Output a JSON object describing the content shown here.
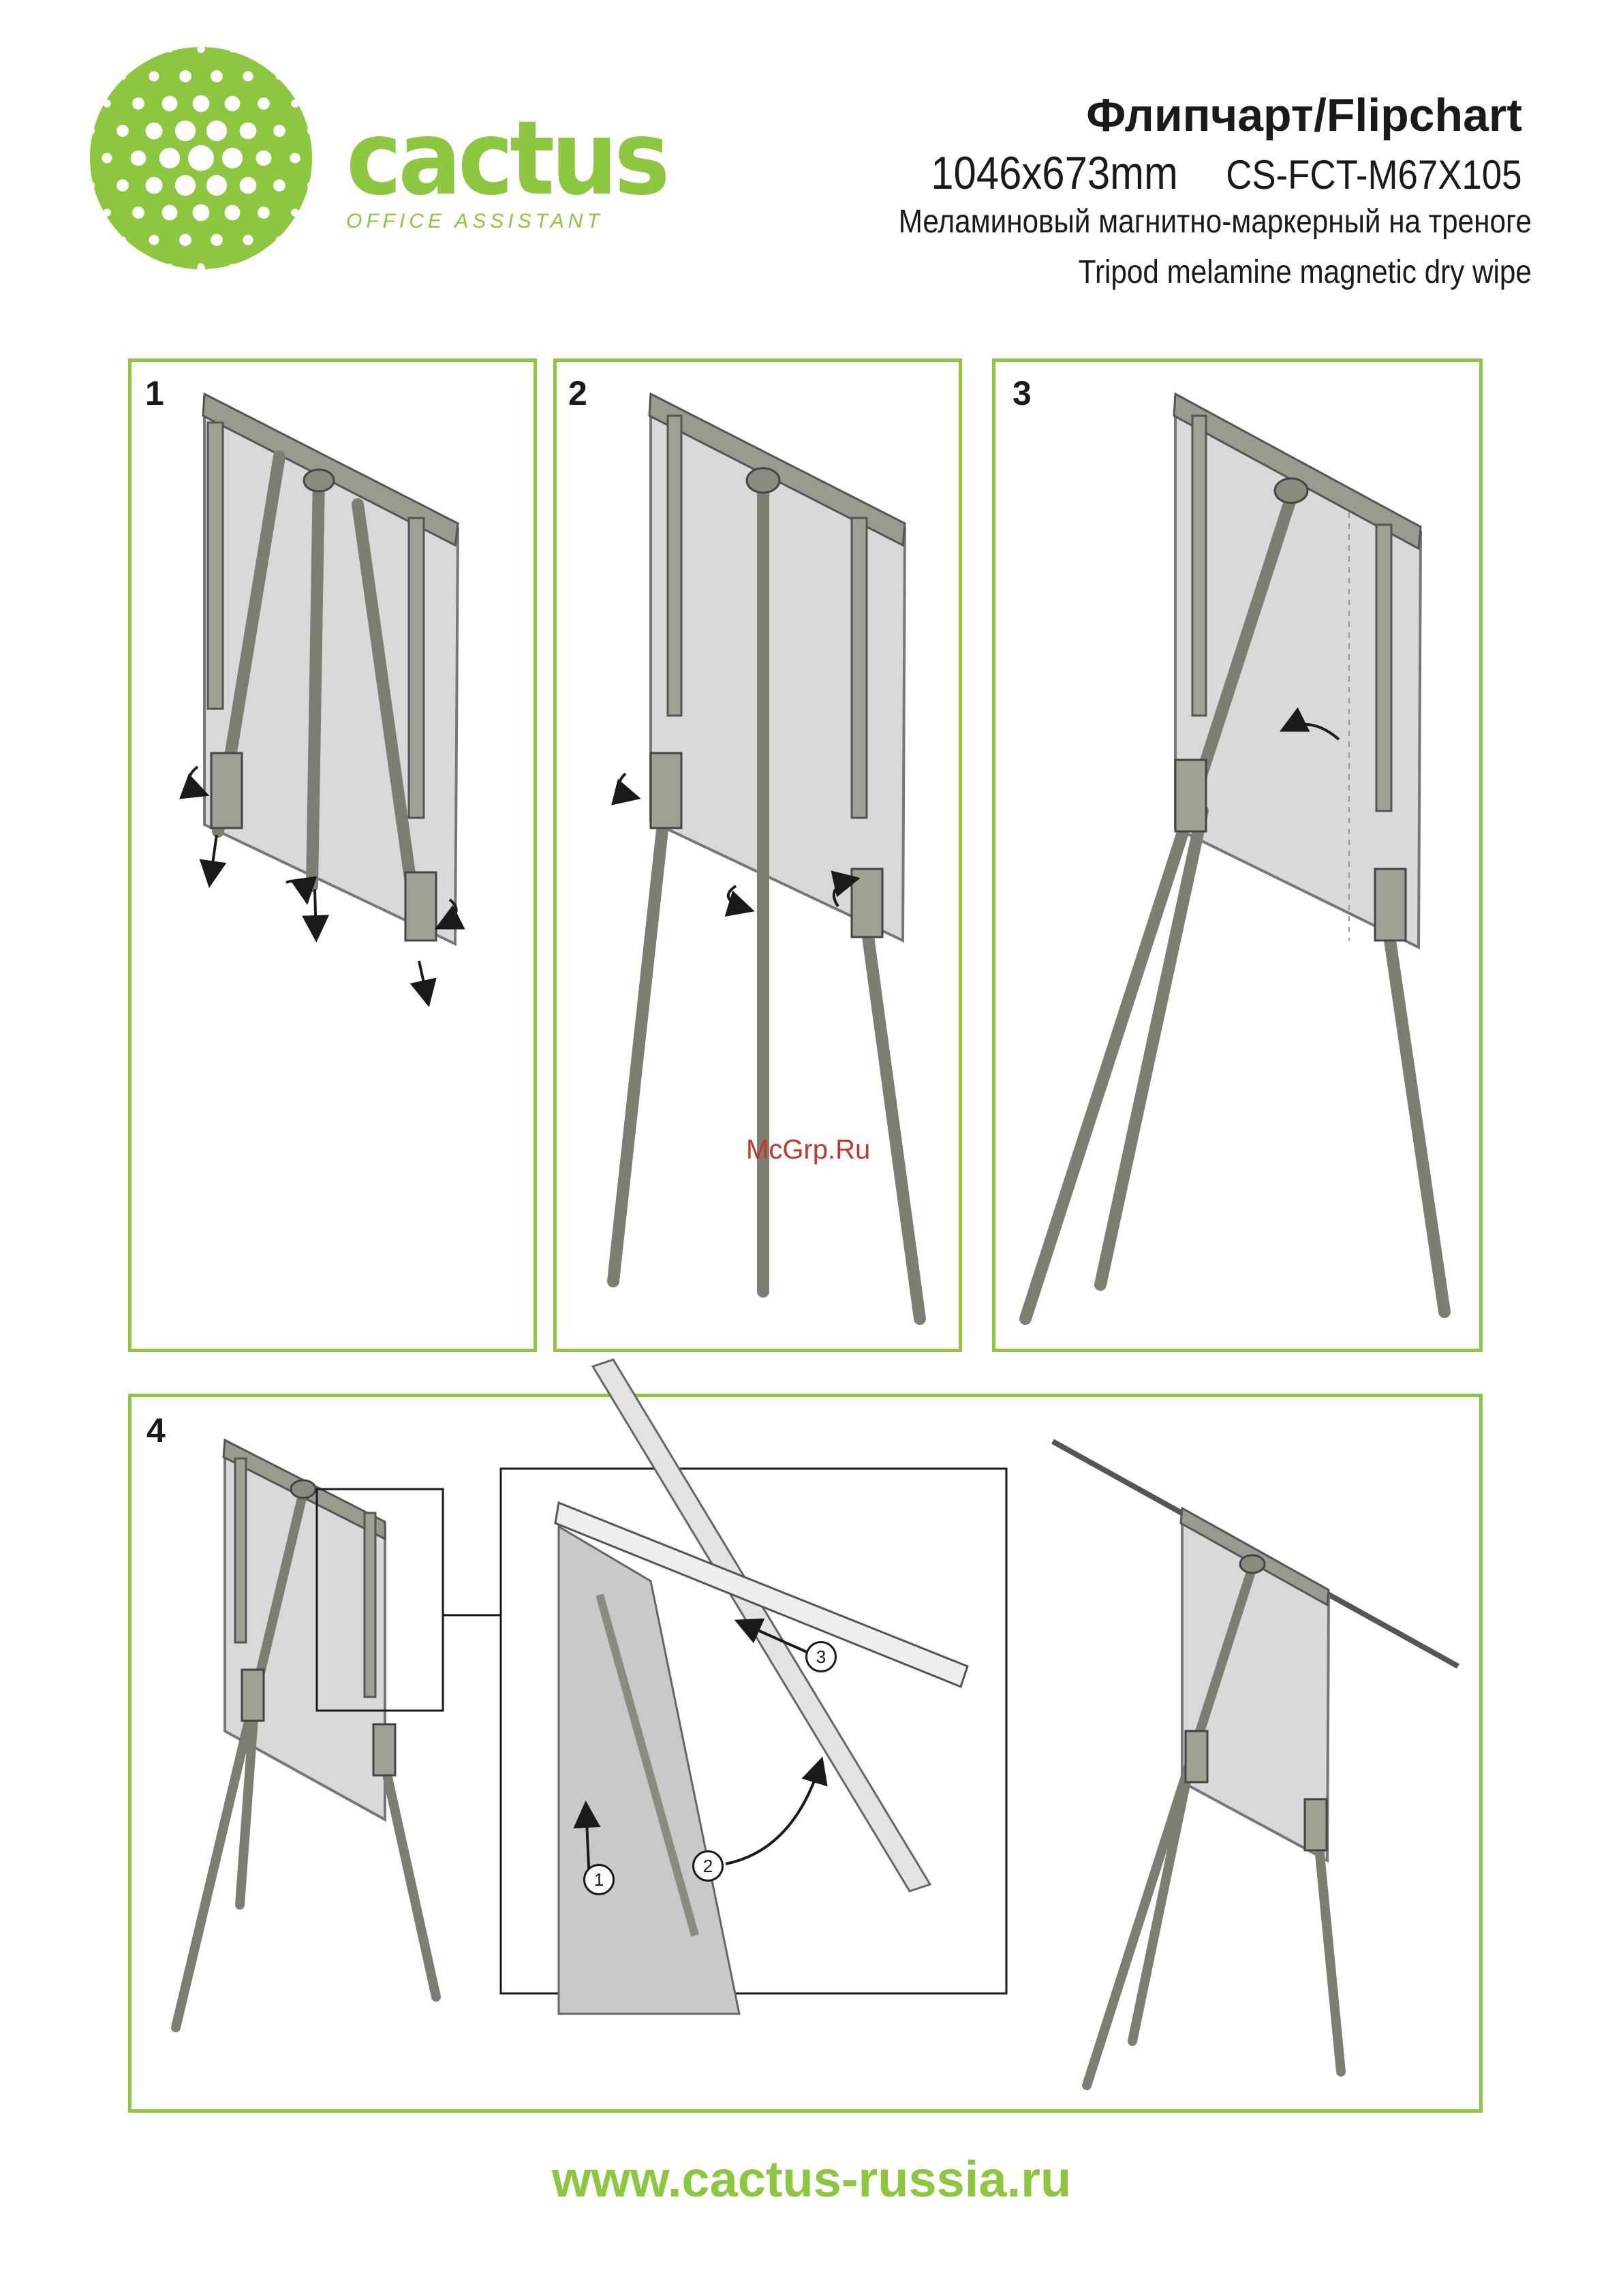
{
  "brand": {
    "name": "cactus",
    "tagline": "OFFICE ASSISTANT",
    "color": "#8dc63f"
  },
  "header": {
    "title": "Флипчарт/Flipchart",
    "size": "1046x673mm",
    "model": "CS-FCT-M67X105",
    "description_ru": "Меламиновый магнитно-маркерный на треноге",
    "description_en": "Tripod melamine magnetic dry wipe"
  },
  "steps": [
    {
      "number": "1"
    },
    {
      "number": "2"
    },
    {
      "number": "3"
    },
    {
      "number": "4"
    }
  ],
  "detail_callouts": [
    "1",
    "2",
    "3"
  ],
  "watermark": "McGrp.Ru",
  "footer": {
    "url": "www.cactus-russia.ru"
  },
  "colors": {
    "accent": "#8dc63f",
    "board": "#d9d9d9",
    "frame": "#8a8a7e",
    "leg": "#7d7d72"
  }
}
